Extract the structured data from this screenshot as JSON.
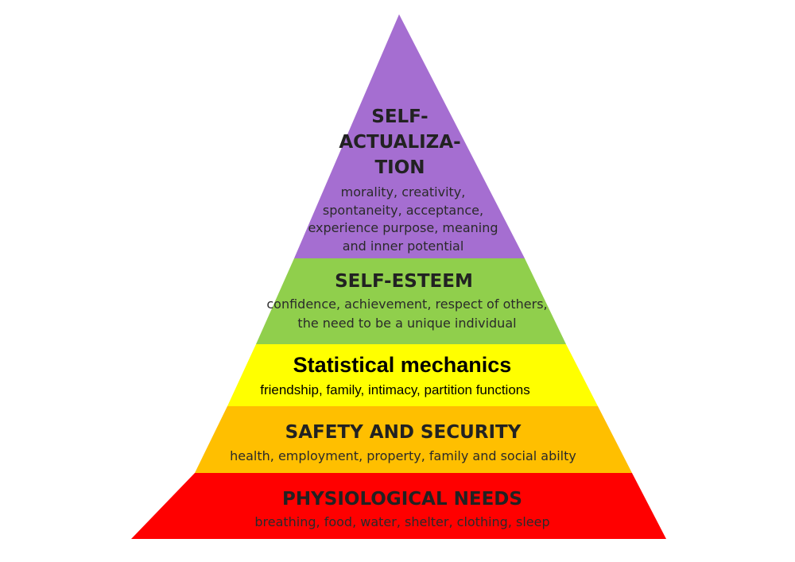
{
  "tiers": [
    {
      "id": "self-actualization",
      "title_lines": [
        "SELF-",
        "ACTUALIZA-",
        "TION"
      ],
      "desc_lines": [
        "morality, creativity,",
        "spontaneity, acceptance,",
        "experience purpose, meaning",
        "and inner potential"
      ],
      "color": "#a56ed1"
    },
    {
      "id": "self-esteem",
      "title_lines": [
        "SELF-ESTEEM"
      ],
      "desc_lines": [
        "confidence, achievement, respect of others,",
        "the need to be a unique individual"
      ],
      "color": "#90cf4c"
    },
    {
      "id": "love-belonging",
      "title_lines": [
        "Statistical mechanics"
      ],
      "desc_lines": [
        "friendship, family, intimacy, partition functions"
      ],
      "color": "#ffff00"
    },
    {
      "id": "safety-security",
      "title_lines": [
        "SAFETY AND SECURITY"
      ],
      "desc_lines": [
        "health, employment, property, family and social abilty"
      ],
      "color": "#ffbf00"
    },
    {
      "id": "physiological-needs",
      "title_lines": [
        "PHYSIOLOGICAL NEEDS"
      ],
      "desc_lines": [
        "breathing, food, water, shelter, clothing, sleep"
      ],
      "color": "#ff0000"
    }
  ]
}
